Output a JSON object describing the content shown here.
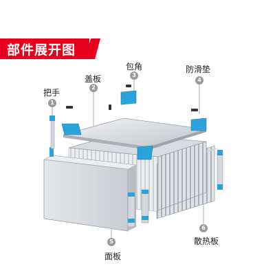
{
  "title": "部件展开图",
  "colors": {
    "banner": "#e6001e",
    "accent_blue": "#2aa3dc",
    "leader": "#9a9a9a"
  },
  "callouts": [
    {
      "number": "1",
      "label": "把手"
    },
    {
      "number": "2",
      "label": "盖板"
    },
    {
      "number": "3",
      "label": "包角"
    },
    {
      "number": "4",
      "label": "防滑垫"
    },
    {
      "number": "5",
      "label": "面板"
    },
    {
      "number": "6",
      "label": "散热板"
    }
  ]
}
